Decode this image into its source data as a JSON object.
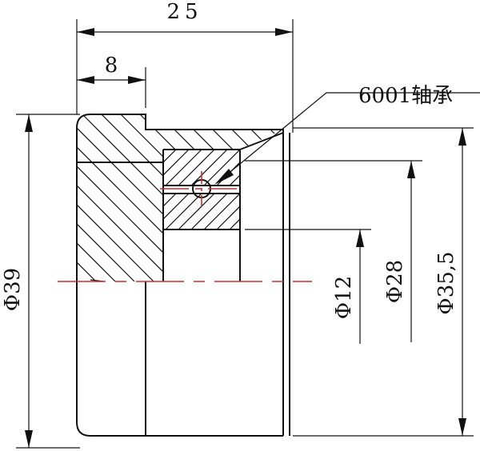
{
  "drawing": {
    "dimensions": {
      "overall_length": "25",
      "flange_length": "8",
      "bore_diameter": "Φ12",
      "bearing_outer_diameter": "Φ28",
      "inner_step_diameter": "Φ35,5",
      "outer_diameter": "Φ39"
    },
    "callout": "6001轴承",
    "colors": {
      "outline": "#111111",
      "center_line": "#d42a2a"
    }
  }
}
